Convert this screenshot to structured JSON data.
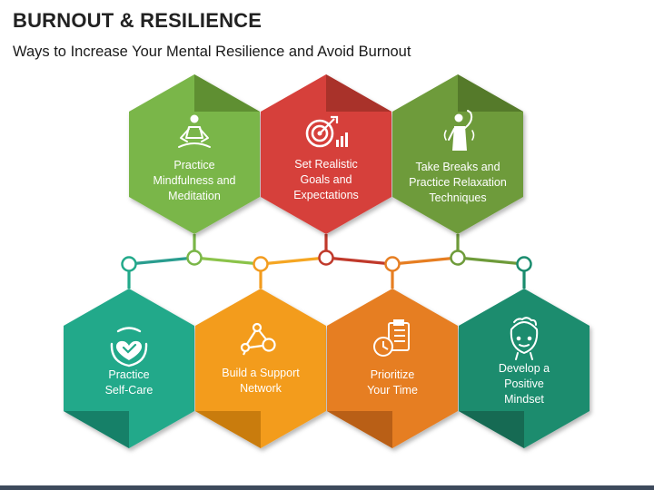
{
  "title": "BURNOUT & RESILIENCE",
  "subtitle": "Ways to Increase Your Mental Resilience and Avoid Burnout",
  "top_items": [
    {
      "lines": [
        "Practice",
        "Mindfulness and",
        "Meditation"
      ],
      "icon": "meditation-icon",
      "color": "#7ab648"
    },
    {
      "lines": [
        "Set Realistic",
        "Goals and",
        "Expectations"
      ],
      "icon": "target-goal-icon",
      "color": "#d6403a"
    },
    {
      "lines": [
        "Take Breaks and",
        "Practice Relaxation",
        "Techniques"
      ],
      "icon": "stretching-person-icon",
      "color": "#6e9b3a"
    }
  ],
  "bottom_items": [
    {
      "lines": [
        "Practice",
        "Self-Care"
      ],
      "icon": "heart-hands-icon",
      "color": "#22a98a"
    },
    {
      "lines": [
        "Build a Support",
        "Network"
      ],
      "icon": "network-icon",
      "color": "#f39c1f"
    },
    {
      "lines": [
        "Prioritize",
        "Your Time"
      ],
      "icon": "clock-checklist-icon",
      "color": "#e67e22"
    },
    {
      "lines": [
        "Develop a",
        "Positive",
        "Mindset"
      ],
      "icon": "brain-head-icon",
      "color": "#1a8c6e"
    }
  ]
}
